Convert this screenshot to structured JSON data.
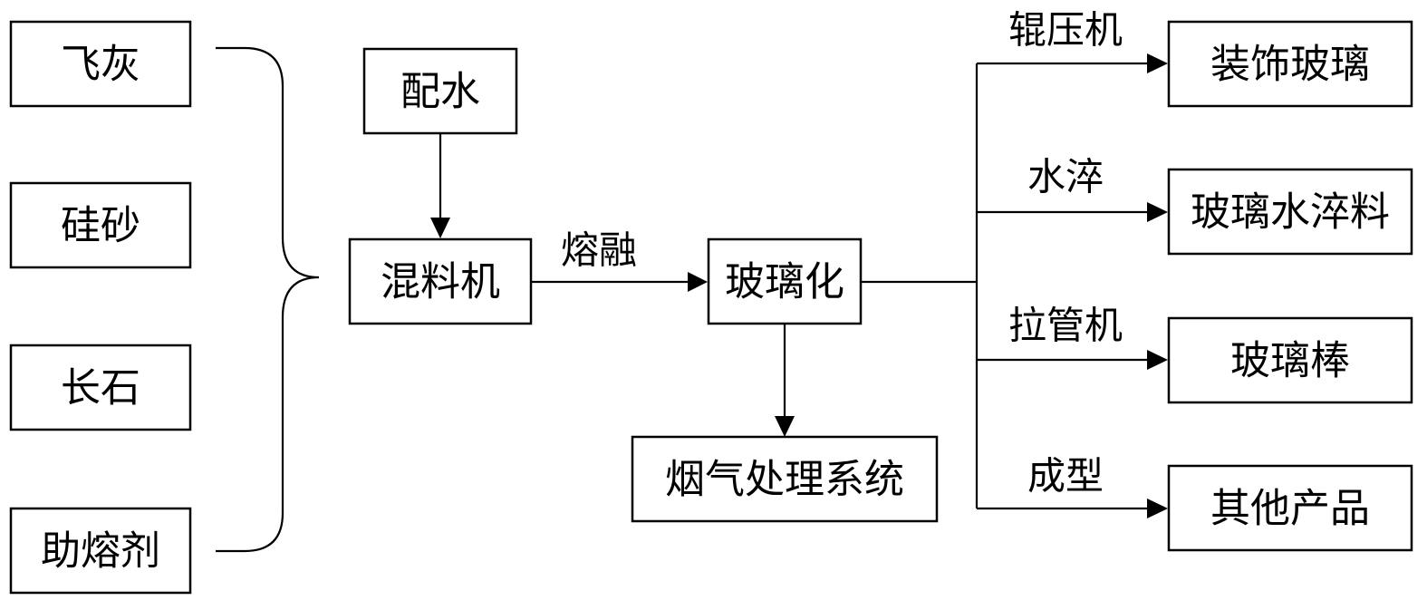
{
  "inputs": {
    "fly_ash": "飞灰",
    "silica_sand": "硅砂",
    "feldspar": "长石",
    "flux": "助熔剂"
  },
  "water": "配水",
  "mixer": "混料机",
  "melt_label": "熔融",
  "vitrification": "玻璃化",
  "flue_gas": "烟气处理系统",
  "routes": {
    "roller": "辊压机",
    "water_quench": "水淬",
    "tube_drawing": "拉管机",
    "forming": "成型"
  },
  "products": {
    "decorative_glass": "装饰玻璃",
    "quenched_glass": "玻璃水淬料",
    "glass_rod": "玻璃棒",
    "other_products": "其他产品"
  }
}
